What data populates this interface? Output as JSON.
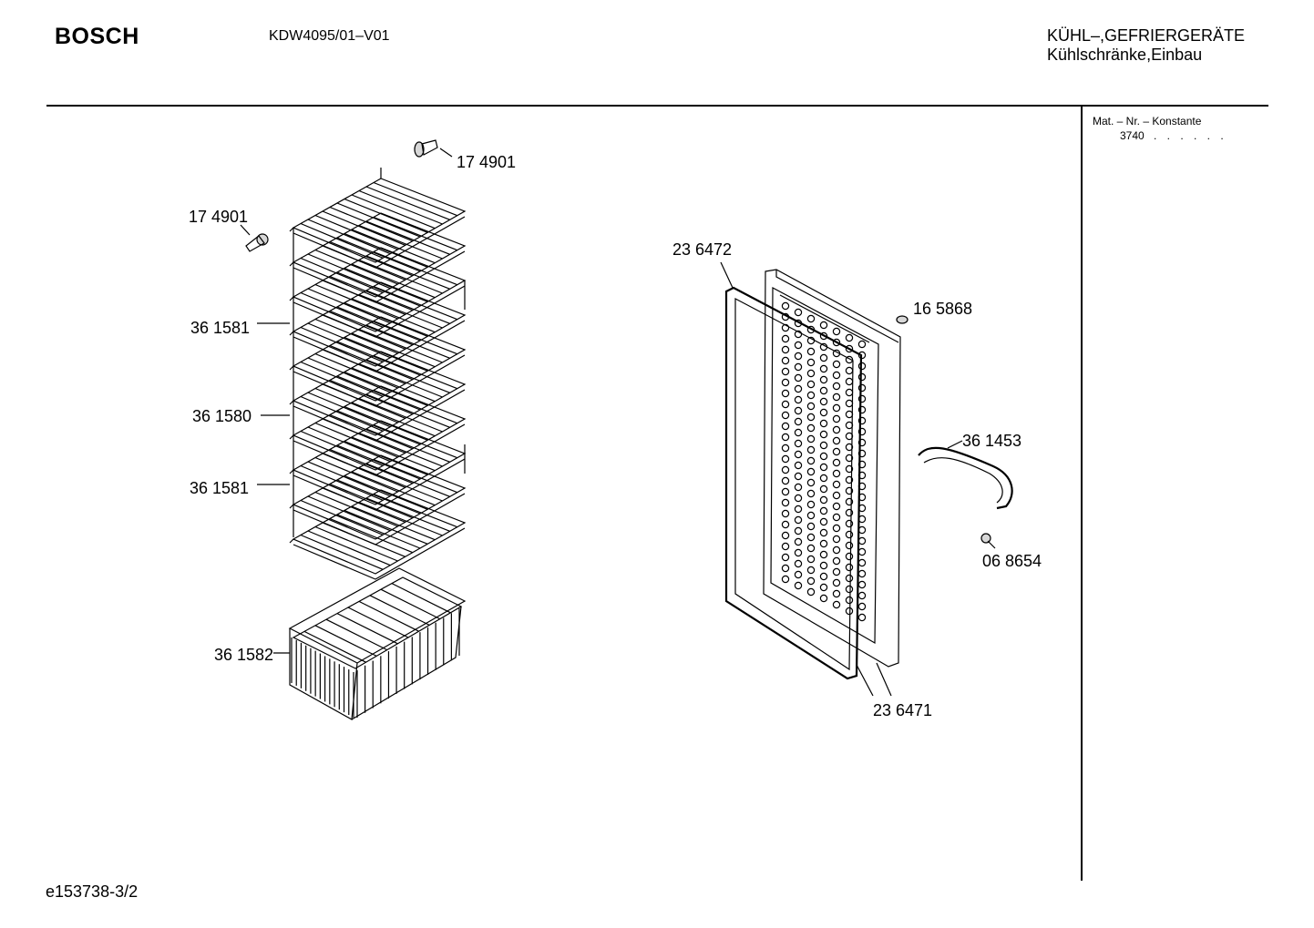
{
  "header": {
    "brand": "BOSCH",
    "model": "KDW4095/01–V01",
    "category_line1": "KÜHL–,GEFRIERGERÄTE",
    "category_line2": "Kühlschränke,Einbau"
  },
  "sidebar": {
    "mat_header": "Mat. – Nr. – Konstante",
    "mat_value": "3740",
    "mat_dots": ". . . . . ."
  },
  "footer": {
    "doc_id": "e153738-3/2"
  },
  "parts": [
    {
      "id": "top-screw",
      "label": "17 4901"
    },
    {
      "id": "left-screw",
      "label": "17 4901"
    },
    {
      "id": "shelf-upper",
      "label": "36 1581"
    },
    {
      "id": "shelf-middle",
      "label": "36 1580"
    },
    {
      "id": "shelf-lower",
      "label": "36 1581"
    },
    {
      "id": "basket",
      "label": "36 1582"
    },
    {
      "id": "door-gasket",
      "label": "23 6472"
    },
    {
      "id": "door-plug",
      "label": "16 5868"
    },
    {
      "id": "door-handle",
      "label": "36 1453"
    },
    {
      "id": "handle-screw",
      "label": "06 8654"
    },
    {
      "id": "door-panel",
      "label": "23 6471"
    }
  ]
}
